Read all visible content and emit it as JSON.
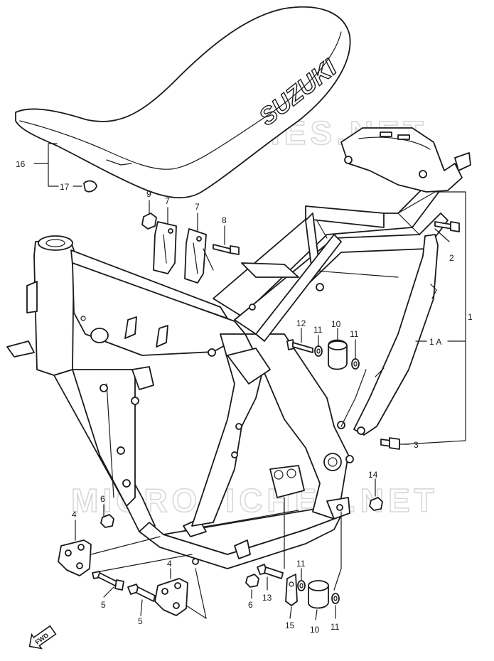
{
  "watermark": "MICROFICHES.NET",
  "seat_logo": "SUZUKI",
  "fwd_arrow": "FWD",
  "callouts": {
    "c1": "1",
    "c1a": "1 A",
    "c2": "2",
    "c3": "3",
    "c4a": "4",
    "c4b": "4",
    "c5a": "5",
    "c5b": "5",
    "c6a": "6",
    "c6b": "6",
    "c7a": "7",
    "c7b": "7",
    "c8": "8",
    "c9": "9",
    "c10a": "10",
    "c10b": "10",
    "c11a": "11",
    "c11b": "11",
    "c11c": "11",
    "c11d": "11",
    "c12": "12",
    "c13": "13",
    "c14": "14",
    "c15": "15",
    "c16": "16",
    "c17": "17"
  }
}
